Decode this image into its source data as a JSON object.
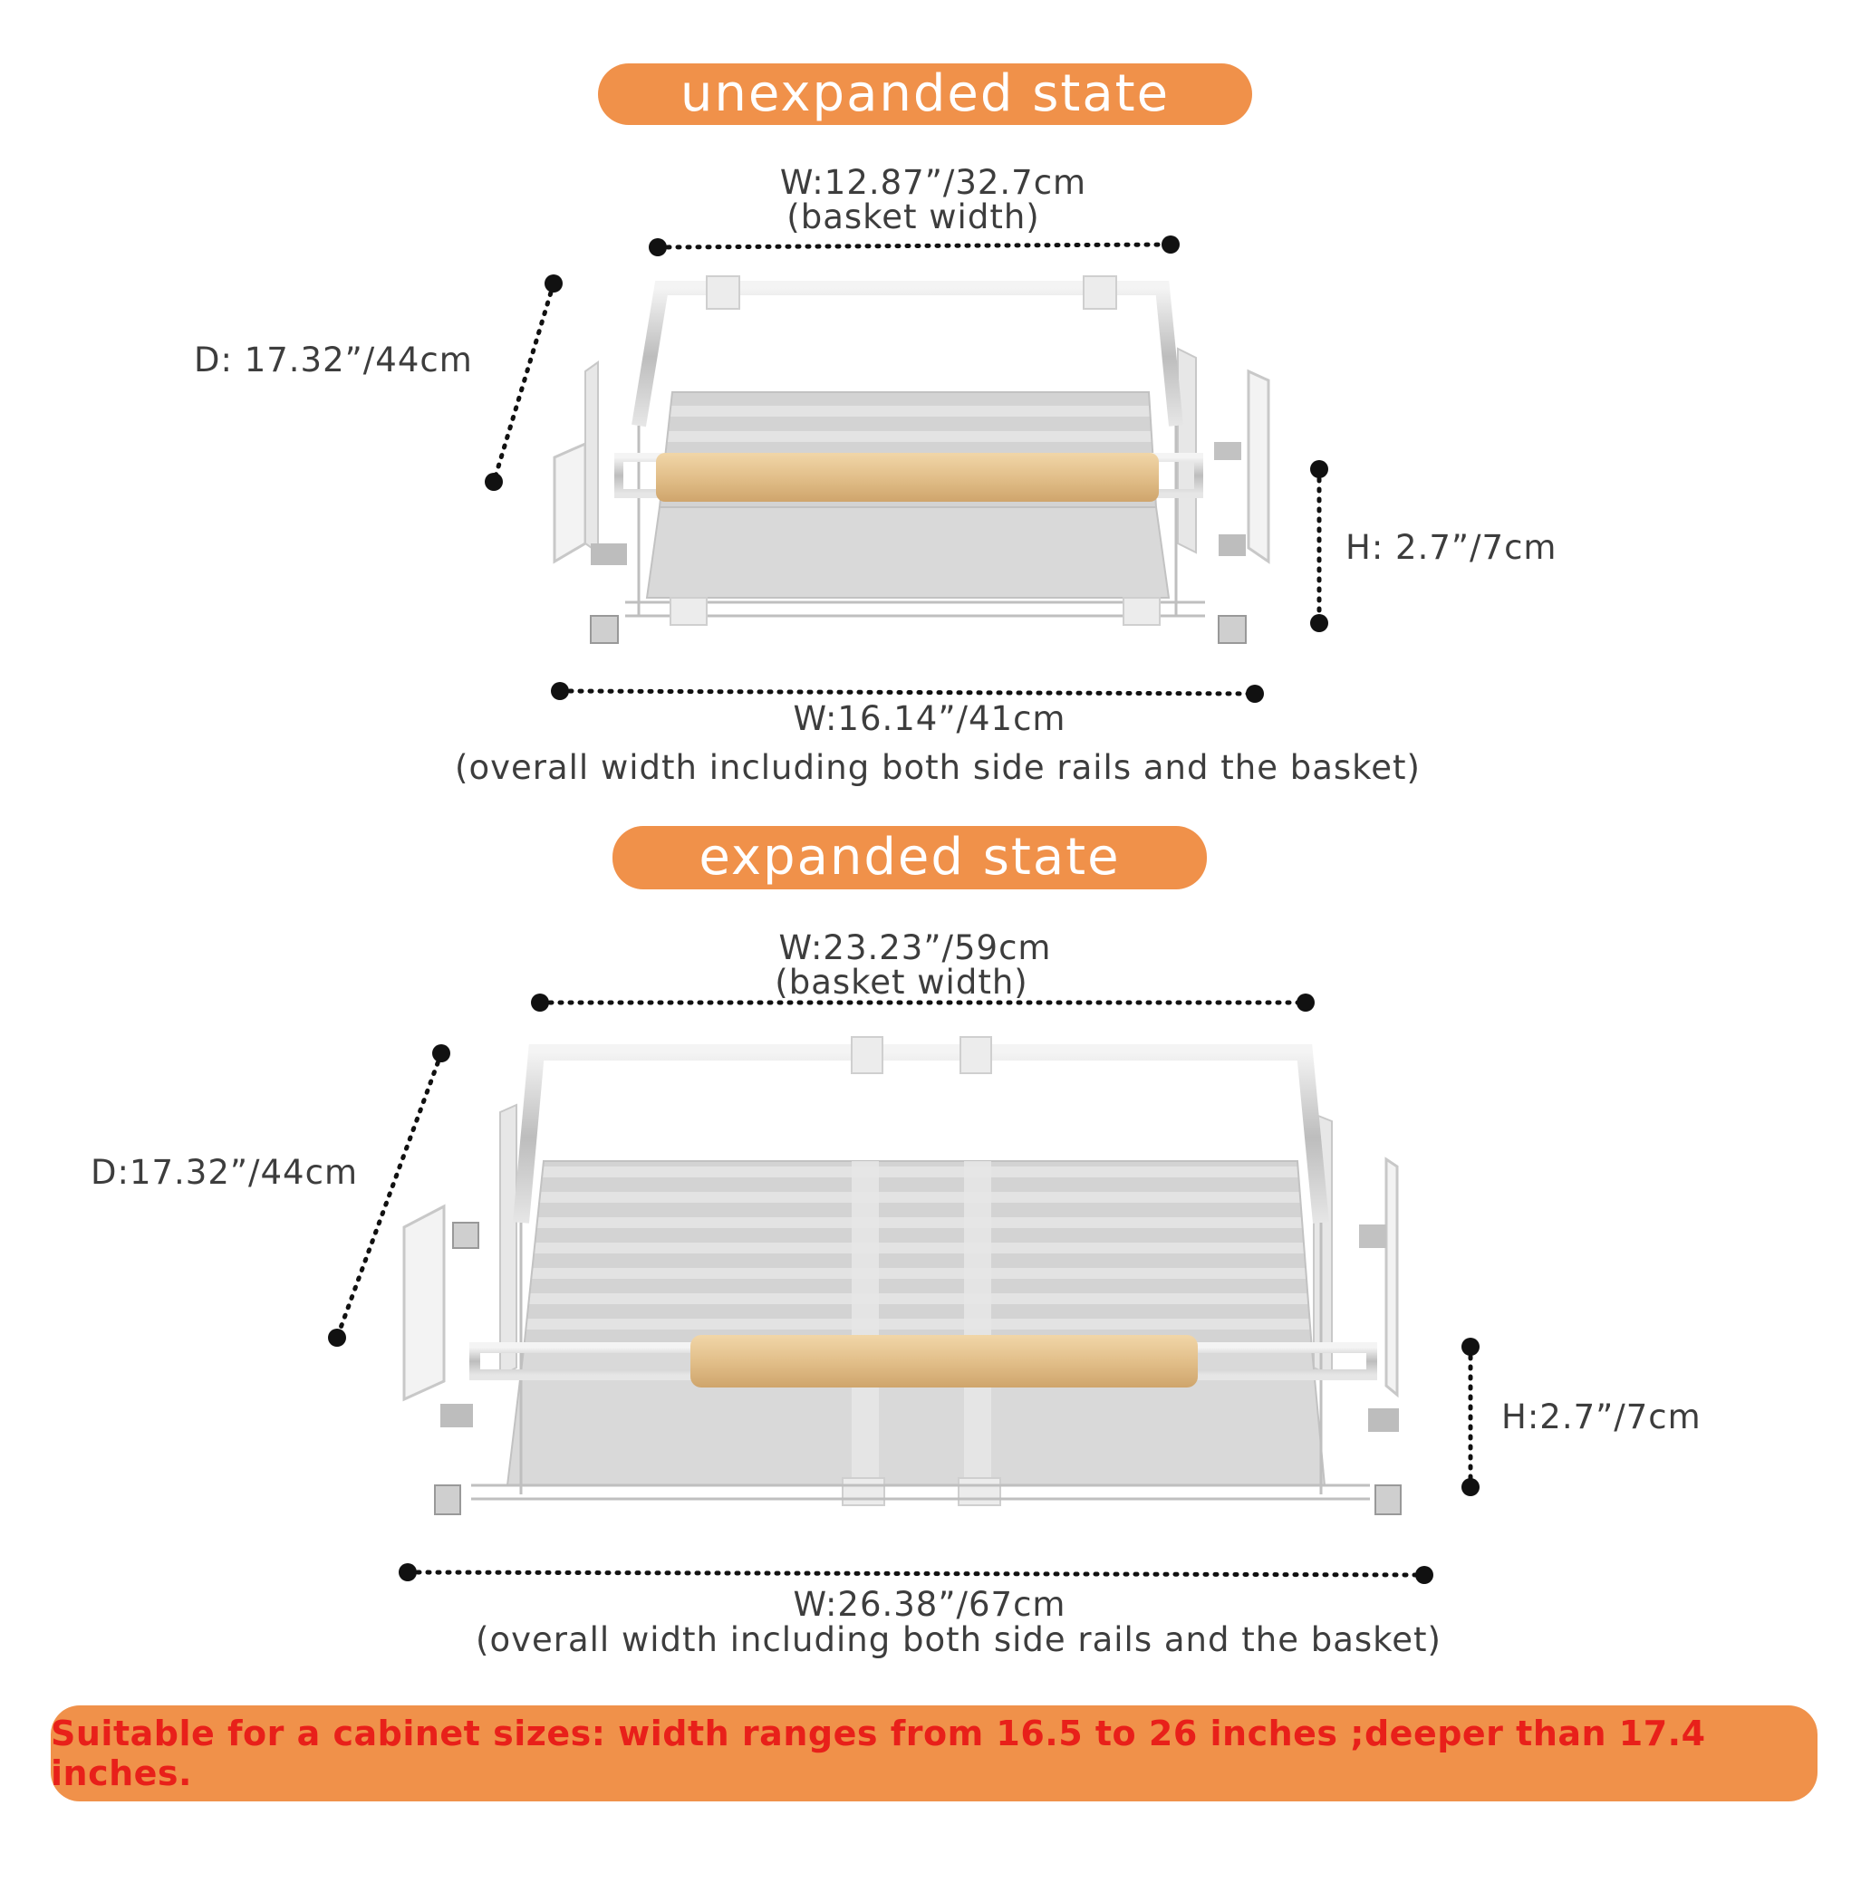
{
  "header_top": "unexpanded state",
  "header_bottom": "expanded state",
  "unexpanded": {
    "basket_width": "W:12.87”/32.7cm",
    "basket_width_note": "(basket width)",
    "depth": "D: 17.32”/44cm",
    "height": "H: 2.7”/7cm",
    "overall_width": "W:16.14”/41cm",
    "overall_width_note": "(overall width including both side rails and the basket)"
  },
  "expanded": {
    "basket_width": "W:23.23”/59cm",
    "basket_width_note": "(basket width)",
    "depth": "D:17.32”/44cm",
    "height": "H:2.7”/7cm",
    "overall_width": "W:26.38”/67cm",
    "overall_width_note": "(overall width including both side rails and the basket)"
  },
  "footer_note": "Suitable for a cabinet sizes: width ranges from 16.5 to 26 inches ;deeper than 17.4 inches.",
  "colors": {
    "accent_orange": "#f0914a",
    "footer_text_red": "#e8201a",
    "wood": "#e2bf8a",
    "metal": "#c9c9c9"
  }
}
